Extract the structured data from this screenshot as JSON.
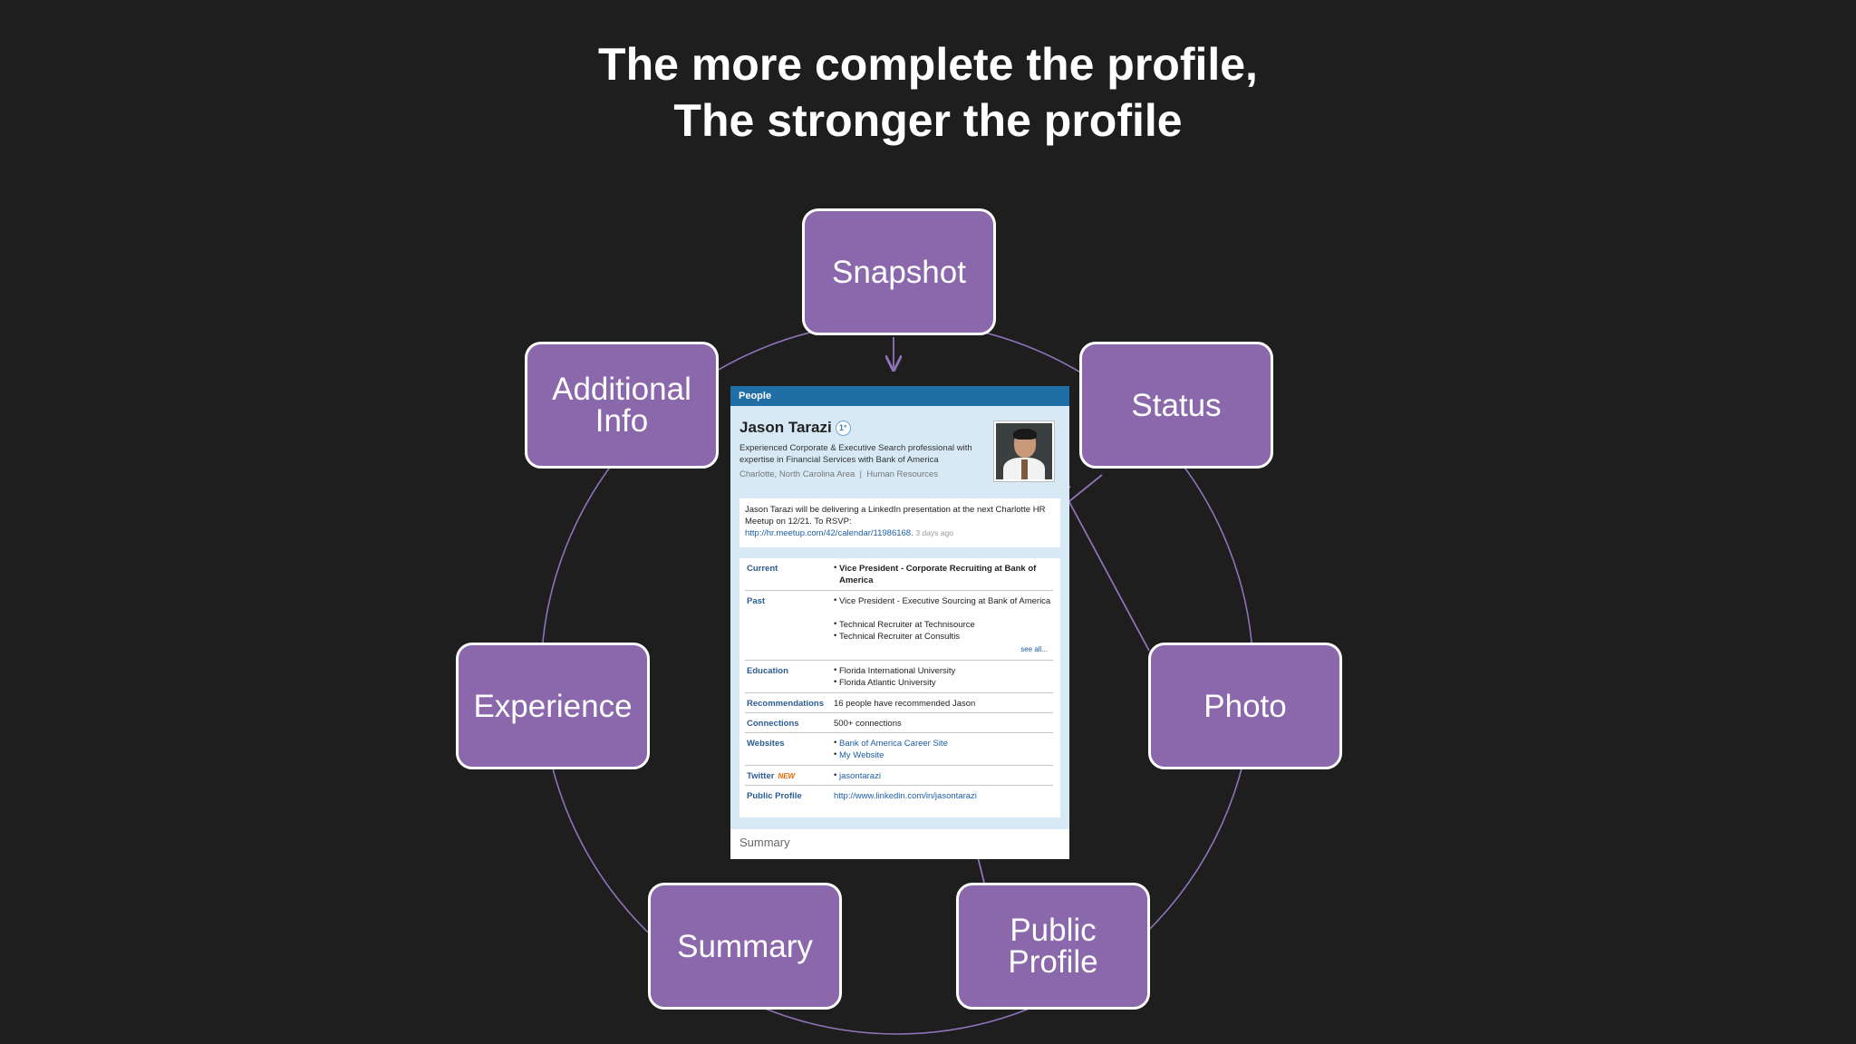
{
  "title": {
    "line1": "The more complete the profile,",
    "line2": "The stronger the profile"
  },
  "nodes": {
    "snapshot": "Snapshot",
    "status": "Status",
    "photo": "Photo",
    "public_profile": "Public\nProfile",
    "summary": "Summary",
    "experience": "Experience",
    "additional_info": "Additional\nInfo"
  },
  "profile_card": {
    "header": "People",
    "name": "Jason Tarazi",
    "degree": "1°",
    "headline": "Experienced Corporate & Executive Search professional with expertise in Financial Services with Bank of America",
    "location": "Charlotte, North Carolina Area",
    "industry": "Human Resources",
    "status_text": "Jason Tarazi will be delivering a LinkedIn presentation at the next Charlotte HR Meetup on 12/21. To RSVP:",
    "status_link": "http://hr.meetup.com/42/calendar/11986168.",
    "status_ago": "3 days ago",
    "current_label": "Current",
    "current_value": "Vice President - Corporate Recruiting at Bank of America",
    "past_label": "Past",
    "past_1": "Vice President - Executive Sourcing at Bank of America",
    "past_2": "Technical Recruiter at Technisource",
    "past_3": "Technical Recruiter at Consultis",
    "see_all": "see all...",
    "education_label": "Education",
    "education_1": "Florida International University",
    "education_2": "Florida Atlantic University",
    "recommendations_label": "Recommendations",
    "recommendations_value": "16 people have recommended Jason",
    "connections_label": "Connections",
    "connections_value": "500+ connections",
    "websites_label": "Websites",
    "website_1": "Bank of America Career Site",
    "website_2": "My Website",
    "twitter_label": "Twitter",
    "twitter_badge": "NEW",
    "twitter_value": "jasontarazi",
    "public_profile_label": "Public Profile",
    "public_profile_value": "http://www.linkedin.com/in/jasontarazi",
    "summary_label": "Summary"
  },
  "colors": {
    "background": "#1e1e1f",
    "node_fill": "#8b68ab",
    "node_border": "#ffffff",
    "connector": "#8f72b8"
  }
}
